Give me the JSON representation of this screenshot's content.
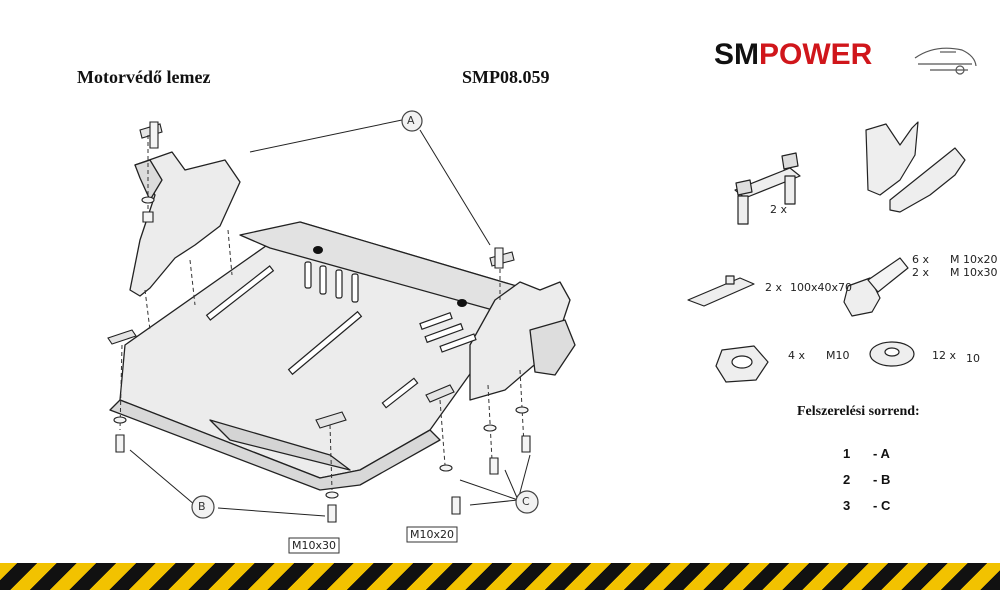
{
  "header": {
    "title": "Motorvédő lemez",
    "code": "SMP08.059"
  },
  "logo": {
    "part1": "SM",
    "part2": "POWER"
  },
  "callouts": {
    "a": "A",
    "b": "B",
    "c": "C"
  },
  "bolt_labels": {
    "left": "M10x30",
    "right": "M10x20"
  },
  "parts": {
    "bracket_qty": "2 x",
    "plate_qty": "2 x",
    "plate_size": "100x40x70",
    "bolt_qty_1": "6 x",
    "bolt_size_1": "M 10x20",
    "bolt_qty_2": "2 x",
    "bolt_size_2": "M 10x30",
    "nut_qty": "4 x",
    "nut_size": "M10",
    "washer_qty": "12 x",
    "washer_size": "10"
  },
  "order": {
    "title": "Felszerelési sorrend:",
    "steps": [
      {
        "num": "1",
        "label": "- A"
      },
      {
        "num": "2",
        "label": "- B"
      },
      {
        "num": "3",
        "label": "- C"
      }
    ]
  },
  "colors": {
    "brand_red": "#d0161b",
    "stripe_yellow": "#f2c200",
    "stripe_black": "#111111"
  }
}
